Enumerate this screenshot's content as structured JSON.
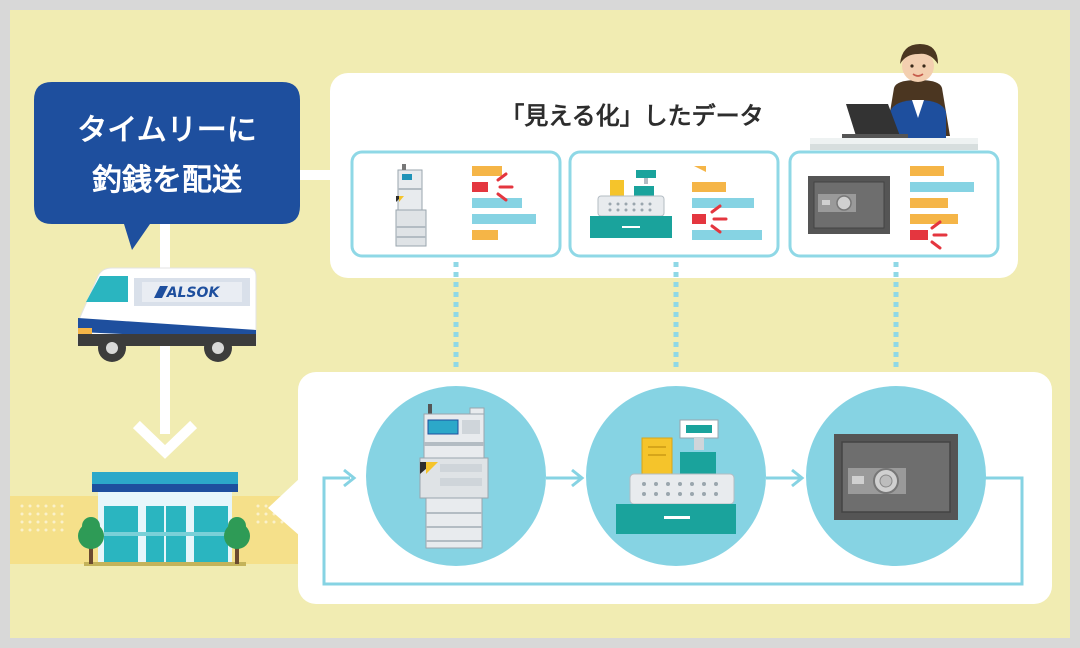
{
  "speech_bubble": {
    "line1": "タイムリーに",
    "line2": "釣銭を配送"
  },
  "data_panel": {
    "title": "「見える化」したデータ"
  },
  "van": {
    "logo_text": "ALSOK"
  },
  "devices": [
    {
      "name": "change-machine",
      "icon": "change-machine-icon"
    },
    {
      "name": "cash-register",
      "icon": "cash-register-icon"
    },
    {
      "name": "safe",
      "icon": "safe-icon"
    }
  ],
  "colors": {
    "background_yellow": "#f1ecb2",
    "bubble_blue": "#1e4f9e",
    "teal": "#1aa39c",
    "light_blue": "#86d3e3",
    "orange": "#f5b547",
    "red": "#e4363f",
    "white": "#ffffff"
  }
}
